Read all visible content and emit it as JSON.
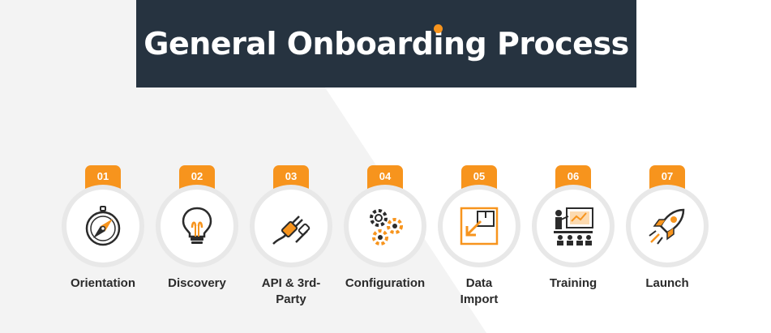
{
  "title": "General Onboarding Process",
  "colors": {
    "accent": "#f7941d",
    "dark": "#263340",
    "ring": "#e8e8e8"
  },
  "steps": [
    {
      "number": "01",
      "label": "Orientation",
      "icon": "compass-icon"
    },
    {
      "number": "02",
      "label": "Discovery",
      "icon": "lightbulb-icon"
    },
    {
      "number": "03",
      "label": "API & 3rd-Party",
      "icon": "plug-icon"
    },
    {
      "number": "04",
      "label": "Configuration",
      "icon": "gears-icon"
    },
    {
      "number": "05",
      "label": "Data Import",
      "icon": "import-box-icon"
    },
    {
      "number": "06",
      "label": "Training",
      "icon": "presentation-icon"
    },
    {
      "number": "07",
      "label": "Launch",
      "icon": "rocket-icon"
    }
  ]
}
